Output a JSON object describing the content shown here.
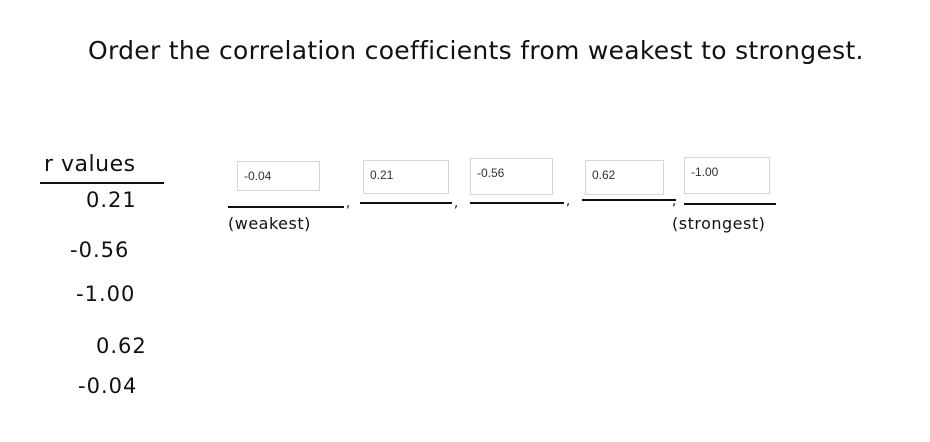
{
  "title": "Order the correlation coefficients from weakest to strongest.",
  "r_values": {
    "header": "r values",
    "items": [
      "0.21",
      "-0.56",
      "-1.00",
      "0.62",
      "-0.04"
    ]
  },
  "ordering": {
    "answers": [
      "-0.04",
      "0.21",
      "-0.56",
      "0.62",
      "-1.00"
    ],
    "separator": ",",
    "weakest_label": "(weakest)",
    "strongest_label": "(strongest)"
  }
}
